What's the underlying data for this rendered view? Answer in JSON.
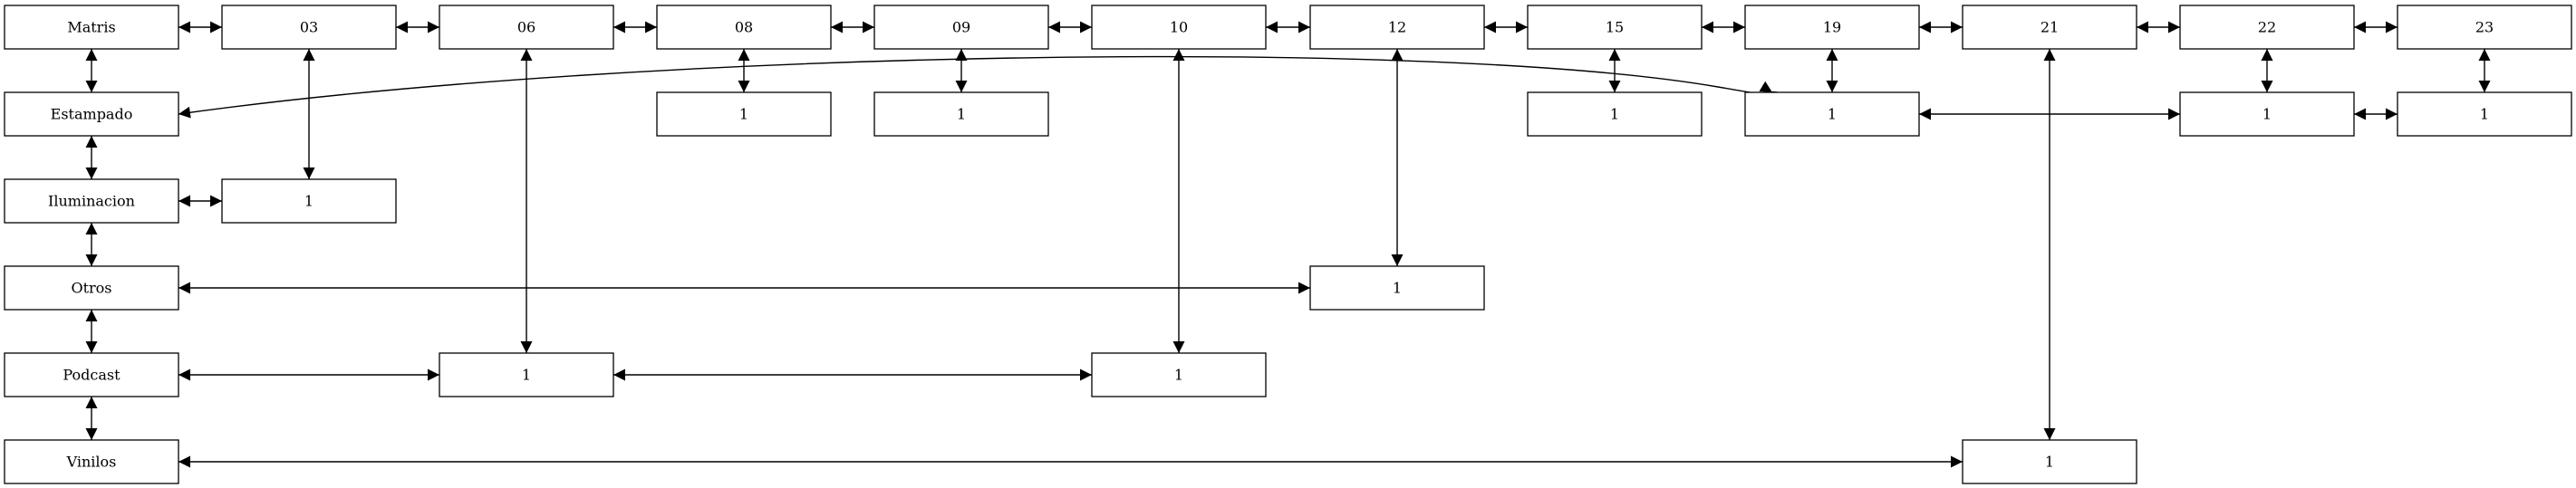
{
  "nodes": [
    {
      "id": "matris",
      "label": "Matris"
    },
    {
      "id": "n03",
      "label": "03"
    },
    {
      "id": "n06",
      "label": "06"
    },
    {
      "id": "n08",
      "label": "08"
    },
    {
      "id": "n09",
      "label": "09"
    },
    {
      "id": "n10",
      "label": "10"
    },
    {
      "id": "n12",
      "label": "12"
    },
    {
      "id": "n15",
      "label": "15"
    },
    {
      "id": "n19",
      "label": "19"
    },
    {
      "id": "n21",
      "label": "21"
    },
    {
      "id": "n22",
      "label": "22"
    },
    {
      "id": "n23",
      "label": "23"
    },
    {
      "id": "estampado",
      "label": "Estampado"
    },
    {
      "id": "c08",
      "label": "1"
    },
    {
      "id": "c09",
      "label": "1"
    },
    {
      "id": "c15",
      "label": "1"
    },
    {
      "id": "c19",
      "label": "1"
    },
    {
      "id": "c22",
      "label": "1"
    },
    {
      "id": "c23",
      "label": "1"
    },
    {
      "id": "iluminacion",
      "label": "Iluminacion"
    },
    {
      "id": "c03",
      "label": "1"
    },
    {
      "id": "otros",
      "label": "Otros"
    },
    {
      "id": "c12",
      "label": "1"
    },
    {
      "id": "podcast",
      "label": "Podcast"
    },
    {
      "id": "c06",
      "label": "1"
    },
    {
      "id": "c10",
      "label": "1"
    },
    {
      "id": "vinilos",
      "label": "Vinilos"
    },
    {
      "id": "c21",
      "label": "1"
    }
  ],
  "edges": [
    {
      "from": "matris",
      "to": "n03"
    },
    {
      "from": "n03",
      "to": "n06"
    },
    {
      "from": "n06",
      "to": "n08"
    },
    {
      "from": "n08",
      "to": "n09"
    },
    {
      "from": "n09",
      "to": "n10"
    },
    {
      "from": "n10",
      "to": "n12"
    },
    {
      "from": "n12",
      "to": "n15"
    },
    {
      "from": "n15",
      "to": "n19"
    },
    {
      "from": "n19",
      "to": "n21"
    },
    {
      "from": "n21",
      "to": "n22"
    },
    {
      "from": "n22",
      "to": "n23"
    },
    {
      "from": "matris",
      "to": "estampado"
    },
    {
      "from": "estampado",
      "to": "iluminacion"
    },
    {
      "from": "iluminacion",
      "to": "otros"
    },
    {
      "from": "otros",
      "to": "podcast"
    },
    {
      "from": "podcast",
      "to": "vinilos"
    },
    {
      "from": "n03",
      "to": "c03"
    },
    {
      "from": "n06",
      "to": "c06"
    },
    {
      "from": "n08",
      "to": "c08"
    },
    {
      "from": "n09",
      "to": "c09"
    },
    {
      "from": "n10",
      "to": "c10"
    },
    {
      "from": "n12",
      "to": "c12"
    },
    {
      "from": "n15",
      "to": "c15"
    },
    {
      "from": "n19",
      "to": "c19"
    },
    {
      "from": "n21",
      "to": "c21"
    },
    {
      "from": "n22",
      "to": "c22"
    },
    {
      "from": "n23",
      "to": "c23"
    },
    {
      "from": "estampado",
      "to": "c19"
    },
    {
      "from": "c19",
      "to": "c22"
    },
    {
      "from": "c22",
      "to": "c23"
    },
    {
      "from": "iluminacion",
      "to": "c03"
    },
    {
      "from": "otros",
      "to": "c12"
    },
    {
      "from": "podcast",
      "to": "c06"
    },
    {
      "from": "c06",
      "to": "c10"
    },
    {
      "from": "vinilos",
      "to": "c21"
    }
  ]
}
